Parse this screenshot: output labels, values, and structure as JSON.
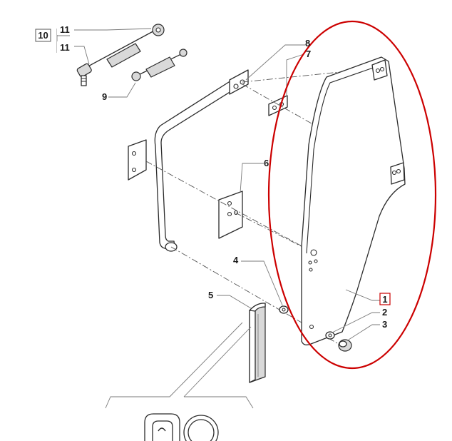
{
  "labels": {
    "l1": "1",
    "l2": "2",
    "l3": "3",
    "l4": "4",
    "l5": "5",
    "l6": "6",
    "l7": "7",
    "l8": "8",
    "l9": "9",
    "l10": "10",
    "l11a": "11",
    "l11b": "11"
  },
  "colors": {
    "highlight_ellipse": "#cc0000",
    "highlight_box": "#cc0000",
    "line": "#2b2b2b",
    "leader": "#7a7a7a"
  }
}
